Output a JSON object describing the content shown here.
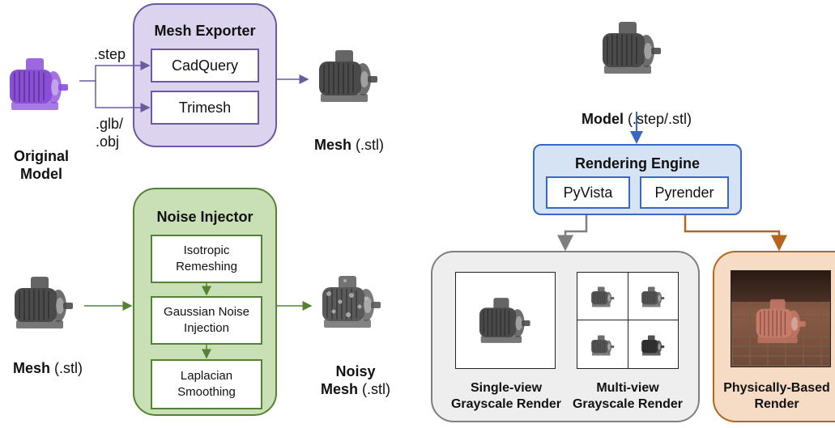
{
  "exporter": {
    "title": "Mesh Exporter",
    "tools": [
      "CadQuery",
      "Trimesh"
    ],
    "input_label_1": "Original",
    "input_label_2": "Model",
    "edge_step": ".step",
    "edge_glb": ".glb/\n.obj",
    "output_bold": "Mesh",
    "output_ext": " (.stl)"
  },
  "noise": {
    "title": "Noise Injector",
    "steps": [
      "Isotropic\nRemeshing",
      "Gaussian Noise\nInjection",
      "Laplacian\nSmoothing"
    ],
    "input_bold": "Mesh",
    "input_ext": " (.stl)",
    "output_bold_1": "Noisy",
    "output_bold_2": "Mesh",
    "output_ext": " (.stl)"
  },
  "render": {
    "model_bold": "Model",
    "model_ext": " (.step/.stl)",
    "engine_title": "Rendering Engine",
    "engines": [
      "PyVista",
      "Pyrender"
    ],
    "single_view": "Single-view\nGrayscale Render",
    "multi_view": "Multi-view\nGrayscale Render",
    "pbr": "Physically-Based\nRender"
  },
  "colors": {
    "purple_fill": "#dcd3ee",
    "purple_border": "#6b5a9e",
    "green_fill": "#c9dfb5",
    "green_border": "#548235",
    "blue_fill": "#d5e3f4",
    "blue_border": "#3a66c4",
    "gray_fill": "#eeeeee",
    "gray_border": "#7f7f7f",
    "orange_fill": "#f6dcc4",
    "orange_border": "#b5651d"
  },
  "icons": [
    "motor-icon-purple",
    "motor-icon-gray",
    "noisy-motor-icon",
    "brick-floor-render"
  ]
}
